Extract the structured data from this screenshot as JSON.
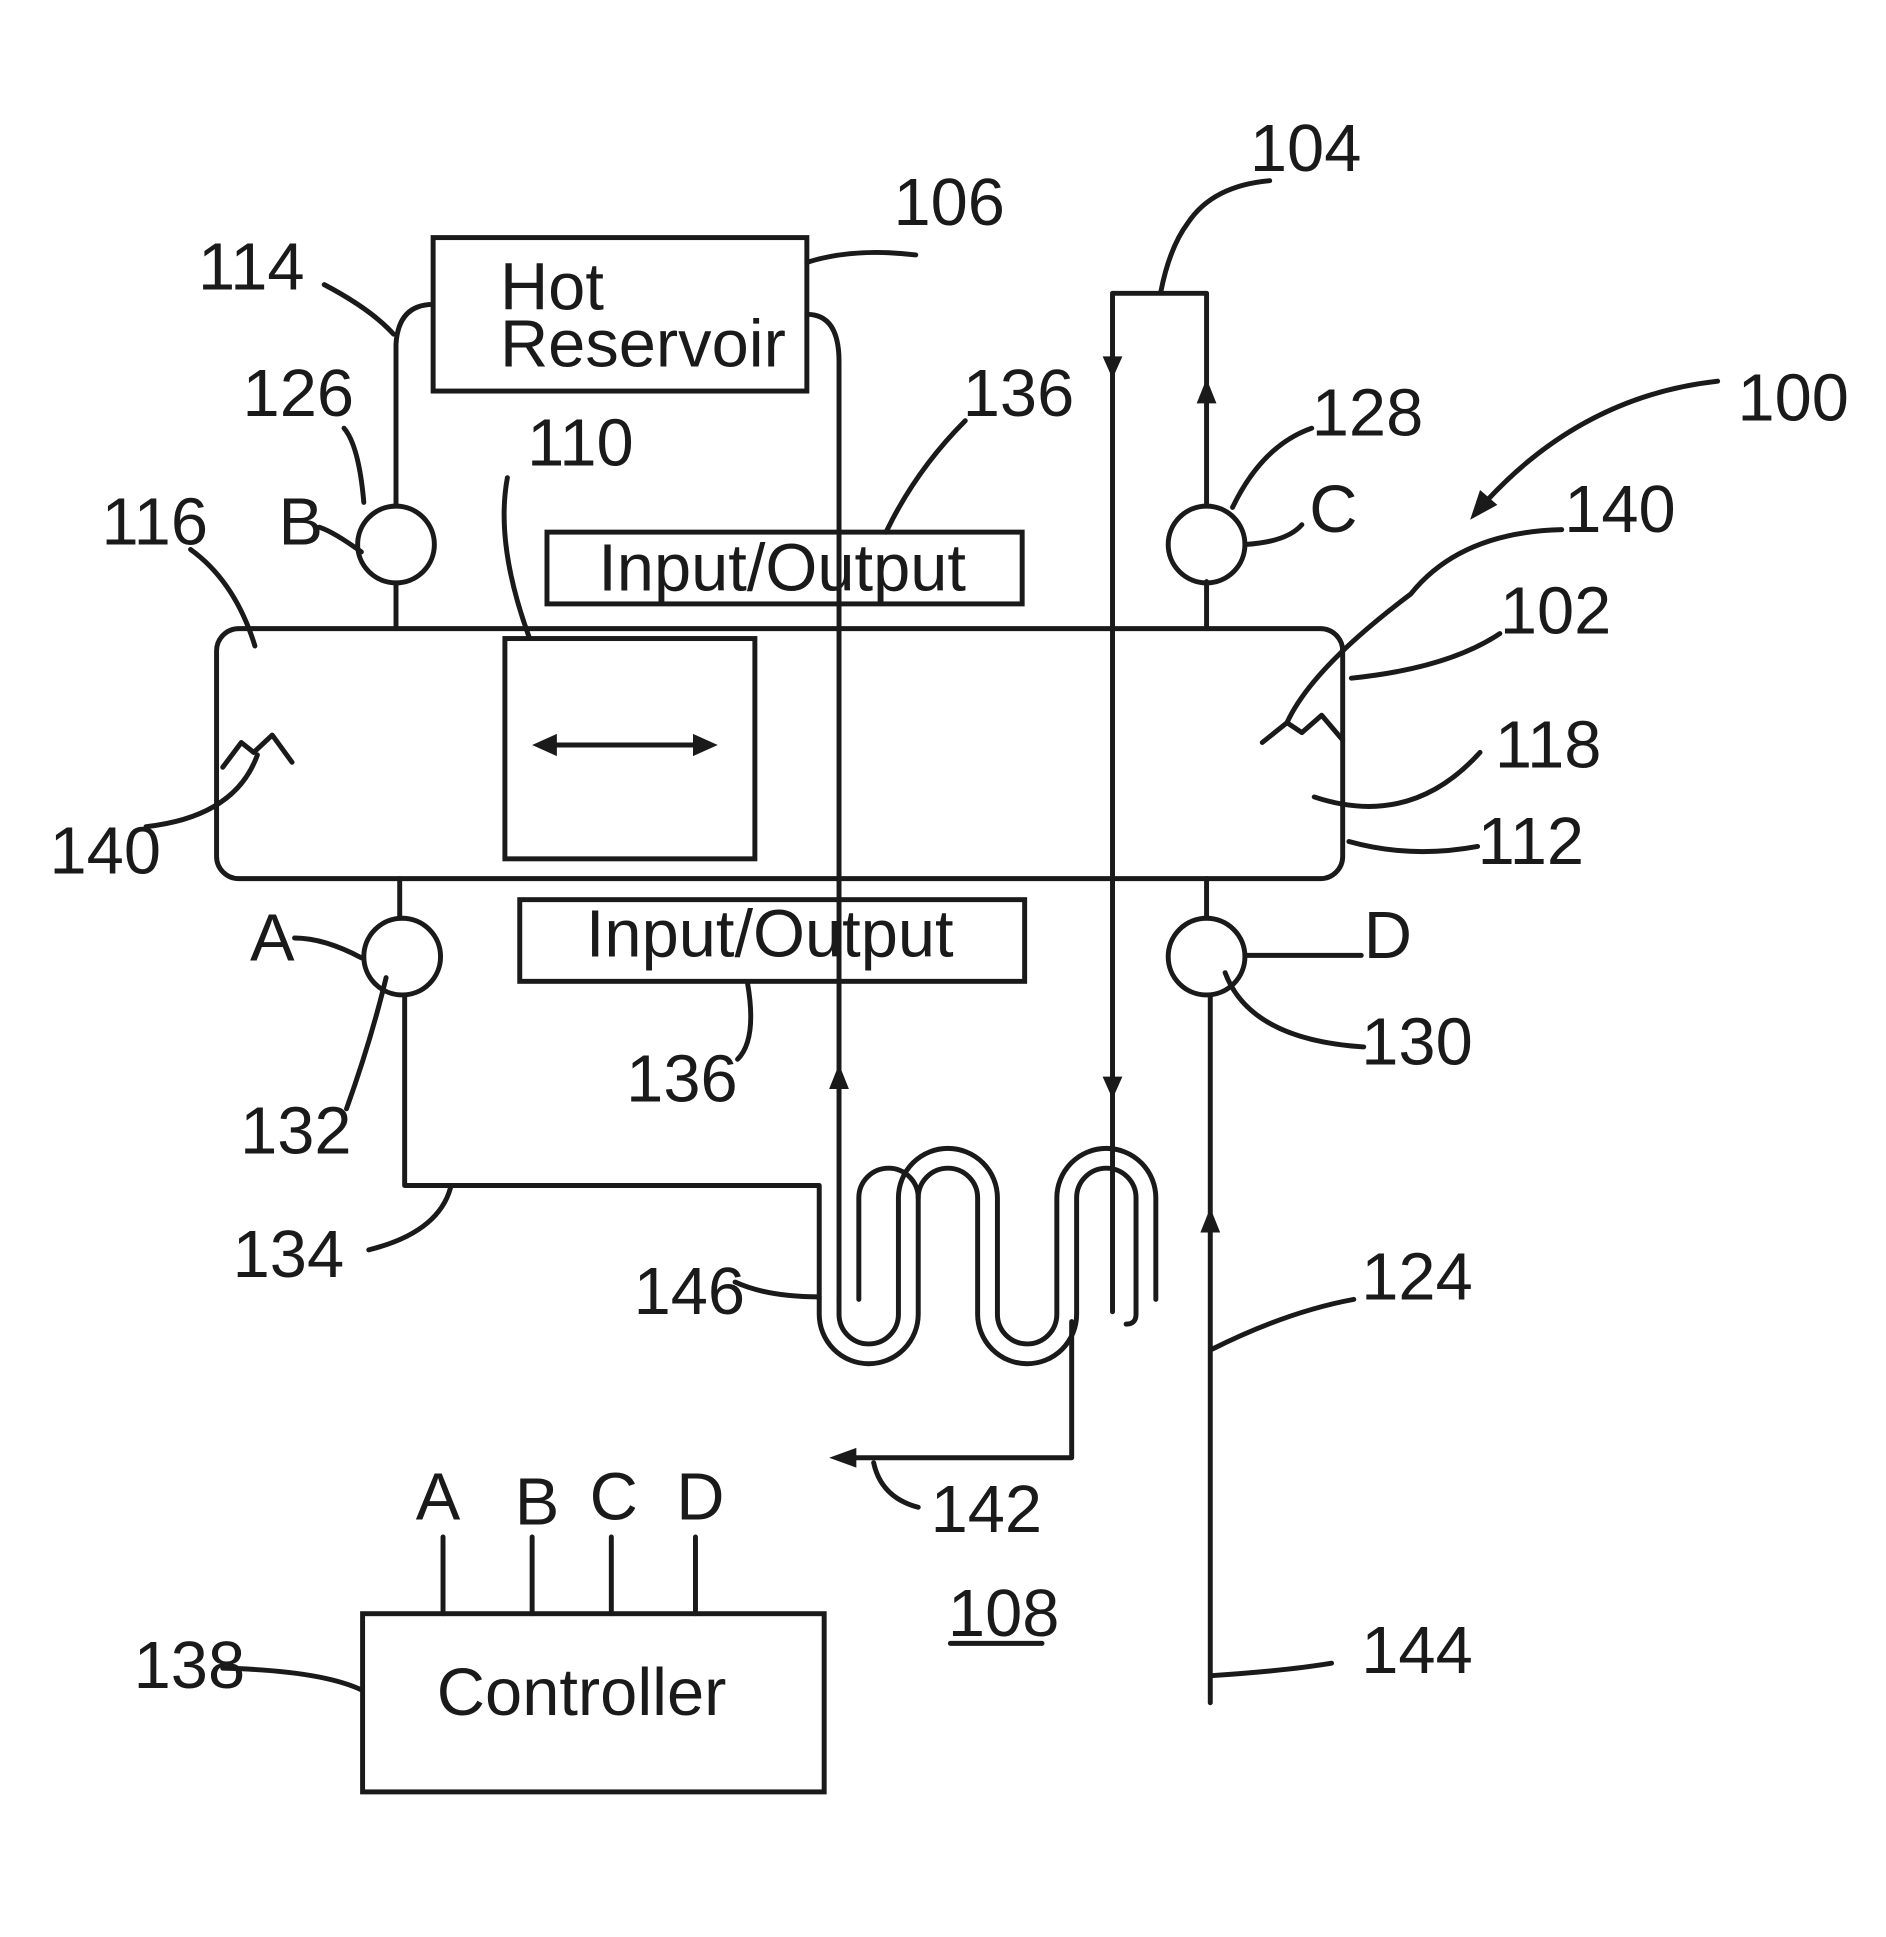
{
  "blocks": {
    "hot_reservoir_line1": "Hot",
    "hot_reservoir_line2": "Reservoir",
    "io_top": "Input/Output",
    "io_bottom": "Input/Output",
    "controller": "Controller"
  },
  "valves": {
    "a": "A",
    "b": "B",
    "c": "C",
    "d": "D"
  },
  "controller_ports": [
    "A",
    "B",
    "C",
    "D"
  ],
  "refs": {
    "r100": "100",
    "r102": "102",
    "r104": "104",
    "r106": "106",
    "r108": "108",
    "r110": "110",
    "r112": "112",
    "r114": "114",
    "r116": "116",
    "r118": "118",
    "r124": "124",
    "r126": "126",
    "r128": "128",
    "r130": "130",
    "r132": "132",
    "r134": "134",
    "r136_top": "136",
    "r136_bottom": "136",
    "r138": "138",
    "r140_left": "140",
    "r140_right": "140",
    "r142": "142",
    "r144": "144",
    "r146": "146"
  }
}
